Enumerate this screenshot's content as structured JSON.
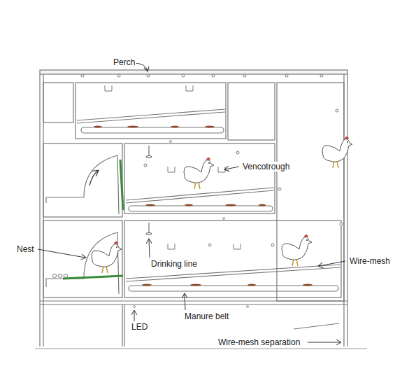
{
  "diagram": {
    "labels": [
      "Perch",
      "Vencotrough",
      "Nest",
      "Drinking line",
      "Wire-mesh",
      "Manure belt",
      "LED",
      "Wire-mesh separation"
    ]
  }
}
